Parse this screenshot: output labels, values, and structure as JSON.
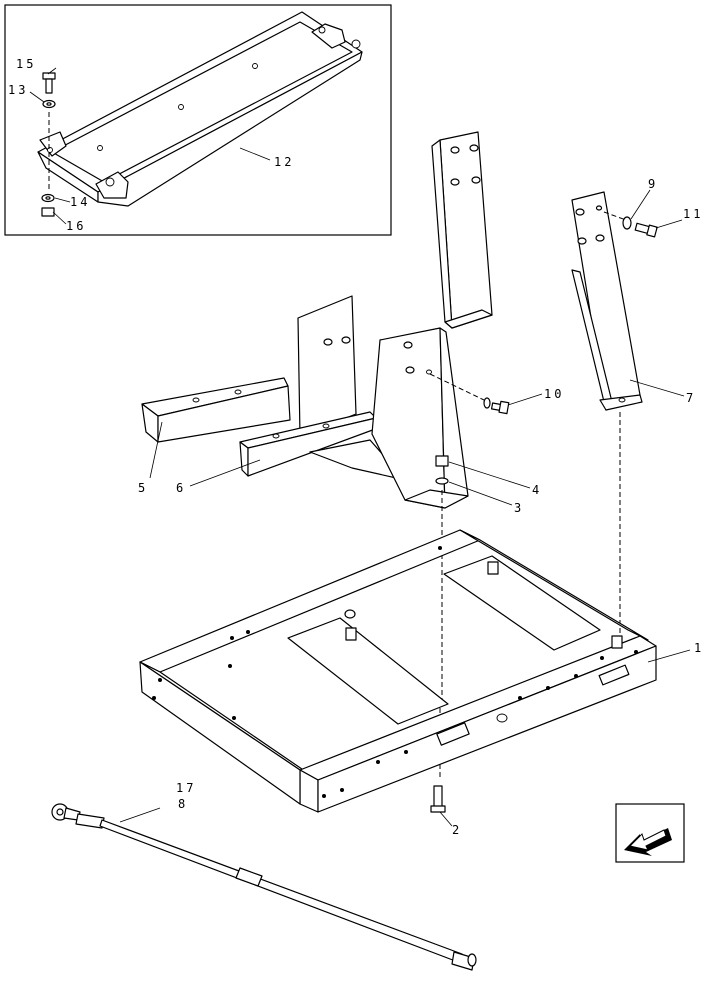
{
  "diagram": {
    "callouts": {
      "c1": "1",
      "c2": "2",
      "c3": "3",
      "c4": "4",
      "c5": "5",
      "c6": "6",
      "c7": "7",
      "c8": "8",
      "c9": "9",
      "c10": "10",
      "c11": "11",
      "c12": "12",
      "c13": "13",
      "c14": "14",
      "c15": "15",
      "c16": "16",
      "c17": "17"
    },
    "nav_icon": "arrow-icon"
  }
}
